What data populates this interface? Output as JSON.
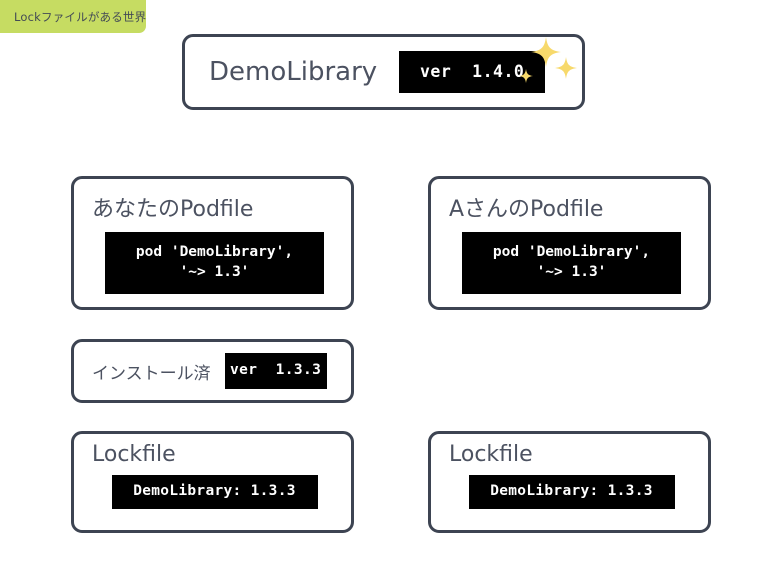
{
  "corner_badge": {
    "label": "Lockファイルがある世界",
    "bg_color": "#c6dc62",
    "text_color": "#444b55"
  },
  "theme": {
    "page_bg": "#ffffff",
    "card_border": "#3d4452",
    "title_text": "#4c5261",
    "chip_bg": "#000000",
    "chip_text": "#ffffff",
    "sparkle_color": "#f7d96b"
  },
  "header_card": {
    "title": "DemoLibrary",
    "version_chip": "ver  1.4.0",
    "sparkles": [
      "sparkle-large",
      "sparkle-medium",
      "sparkle-small"
    ]
  },
  "podfile_cards": [
    {
      "id": "you",
      "title": "あなたのPodfile",
      "code_line_1": "pod 'DemoLibrary',",
      "code_line_2": "'~> 1.3'"
    },
    {
      "id": "a",
      "title": "AさんのPodfile",
      "code_line_1": "pod 'DemoLibrary',",
      "code_line_2": "'~> 1.3'"
    }
  ],
  "installed_card": {
    "title": "インストール済",
    "version_chip": "ver  1.3.3"
  },
  "lockfile_cards": [
    {
      "id": "you",
      "title": "Lockfile",
      "entry": "DemoLibrary: 1.3.3"
    },
    {
      "id": "a",
      "title": "Lockfile",
      "entry": "DemoLibrary: 1.3.3"
    }
  ]
}
